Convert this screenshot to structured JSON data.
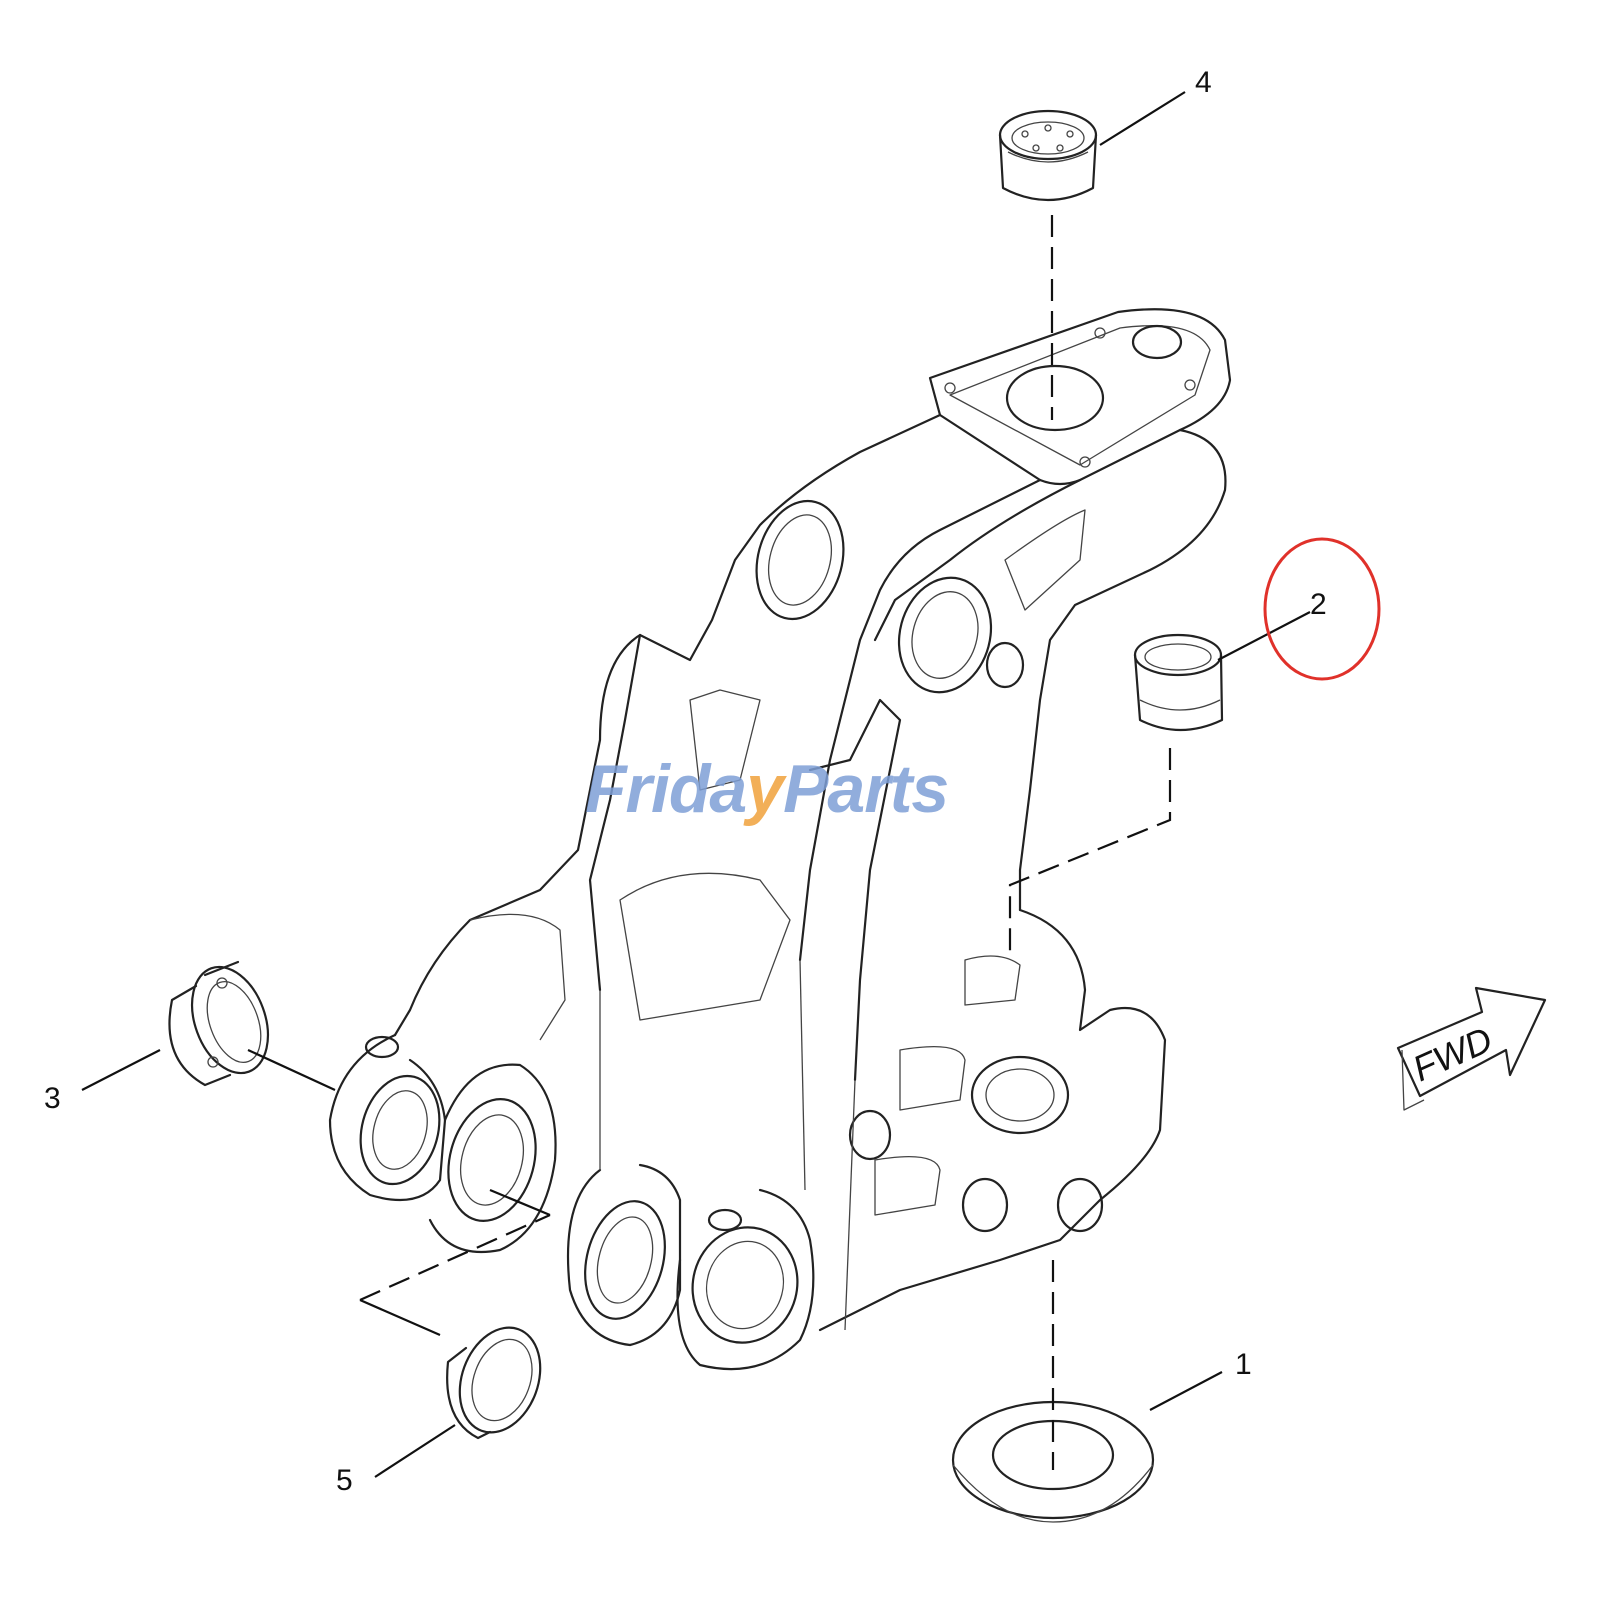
{
  "diagram": {
    "callouts": [
      {
        "id": "1",
        "label": "1"
      },
      {
        "id": "2",
        "label": "2"
      },
      {
        "id": "3",
        "label": "3"
      },
      {
        "id": "4",
        "label": "4"
      },
      {
        "id": "5",
        "label": "5"
      }
    ],
    "highlighted_callout": "2",
    "highlight_color": "#e0312a",
    "direction_arrow": "FWD",
    "watermark": {
      "left": "Frida",
      "mark": "y",
      "right": "Parts"
    }
  },
  "colors": {
    "line": "#222222",
    "watermark_blue": "#7e9fd6",
    "watermark_orange": "#f0a23c"
  }
}
